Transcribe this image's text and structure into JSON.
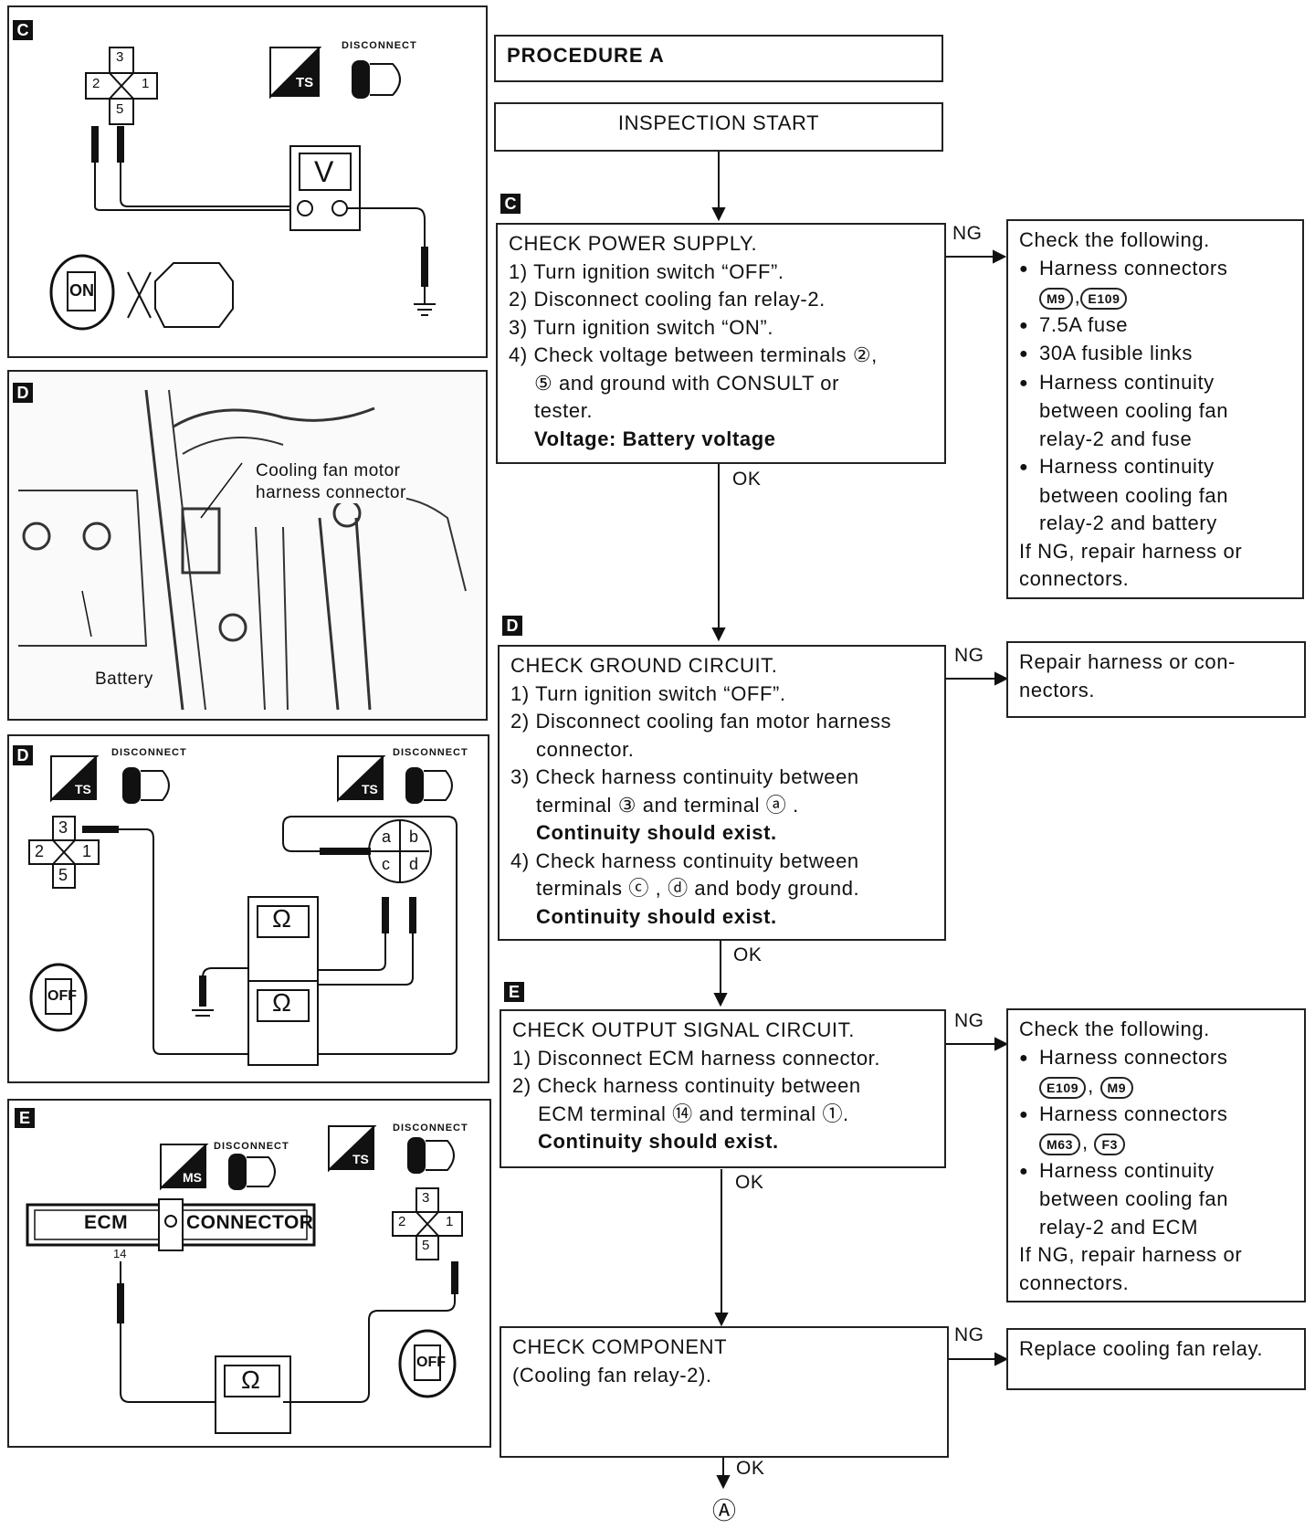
{
  "panels": {
    "c": {
      "tag": "C",
      "disconnect": "DISCONNECT",
      "ts": "TS",
      "meter": "V",
      "pins": [
        "3",
        "2",
        "1",
        "5"
      ],
      "key": "ON"
    },
    "d_photo": {
      "tag": "D",
      "connector_label": [
        "Cooling fan motor",
        "harness connector"
      ],
      "battery": "Battery"
    },
    "d": {
      "tag": "D",
      "disconnect": "DISCONNECT",
      "ts": "TS",
      "meter": "Ω",
      "pins": [
        "3",
        "2",
        "1",
        "5"
      ],
      "motor_pins": [
        "a",
        "b",
        "c",
        "d"
      ],
      "key": "OFF"
    },
    "e": {
      "tag": "E",
      "disconnect": "DISCONNECT",
      "ts": "TS",
      "ms": "MS",
      "ecm": "ECM",
      "connector": "CONNECTOR",
      "terminal": "14",
      "meter": "Ω",
      "pins": [
        "3",
        "2",
        "1",
        "5"
      ],
      "key": "OFF"
    }
  },
  "flow": {
    "procedure": "PROCEDURE A",
    "start": "INSPECTION START",
    "tags": [
      "C",
      "D",
      "E"
    ],
    "step_c": {
      "lines": [
        "CHECK POWER SUPPLY.",
        "1) Turn ignition switch “OFF”.",
        "2) Disconnect cooling fan relay-2.",
        "3) Turn ignition switch “ON”.",
        "4) Check voltage between terminals ②,",
        "⑤ and ground with CONSULT or",
        "tester."
      ],
      "result": "Voltage: Battery voltage"
    },
    "ng_c": {
      "intro": "Check the following.",
      "b1": "Harness connectors",
      "c1a": "M9",
      "c1b": "E109",
      "b2": "7.5A fuse",
      "b3": "30A fusible links",
      "b4": [
        "Harness continuity",
        "between cooling fan",
        "relay-2 and fuse"
      ],
      "b5": [
        "Harness continuity",
        "between cooling fan",
        "relay-2 and battery"
      ],
      "end": [
        "If NG, repair harness or",
        "connectors."
      ]
    },
    "step_d": {
      "lines": [
        "CHECK GROUND CIRCUIT.",
        "1) Turn ignition switch “OFF”.",
        "2) Disconnect cooling fan motor harness",
        "connector.",
        "3) Check harness continuity between",
        "terminal ③ and terminal ⓐ ."
      ],
      "r1": "Continuity should exist.",
      "lines2": [
        "4) Check harness continuity between",
        "terminals ⓒ , ⓓ and body ground."
      ],
      "r2": "Continuity should exist."
    },
    "ng_d": [
      "Repair harness or con-",
      "nectors."
    ],
    "step_e": {
      "lines": [
        "CHECK OUTPUT SIGNAL CIRCUIT.",
        "1) Disconnect ECM harness connector.",
        "2) Check harness continuity between",
        "ECM terminal ⑭ and terminal ①."
      ],
      "result": "Continuity should exist."
    },
    "ng_e": {
      "intro": "Check the following.",
      "b1": "Harness connectors",
      "c1a": "E109",
      "c1b": "M9",
      "b2": "Harness connectors",
      "c2a": "M63",
      "c2b": "F3",
      "b3": [
        "Harness continuity",
        "between cooling fan",
        "relay-2 and ECM"
      ],
      "end": [
        "If NG, repair harness or",
        "connectors."
      ]
    },
    "step_comp": [
      "CHECK COMPONENT",
      "(Cooling fan relay-2)."
    ],
    "ng_comp": "Replace cooling fan relay.",
    "ng": "NG",
    "ok": "OK",
    "end": "Ⓐ"
  }
}
